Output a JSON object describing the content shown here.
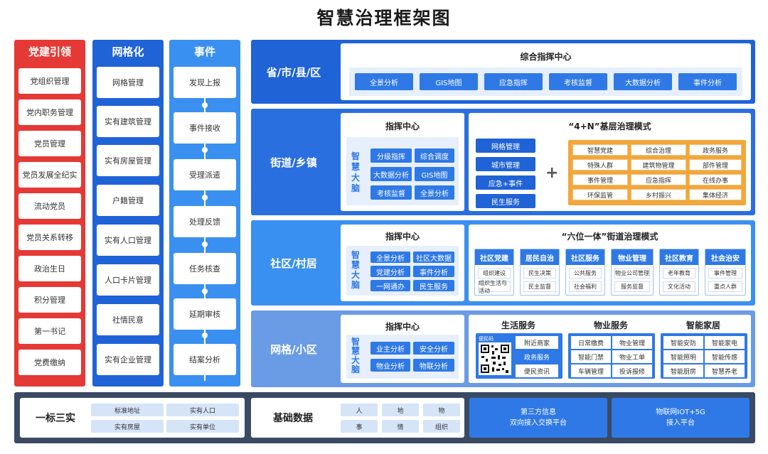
{
  "title": "智慧治理框架图",
  "col1": {
    "head": "党建引领",
    "items": [
      "党组织管理",
      "党内职务管理",
      "党员管理",
      "党员发展全纪实",
      "流动党员",
      "党员关系转移",
      "政治生日",
      "积分管理",
      "第一书记",
      "党费缴纳"
    ]
  },
  "col2": {
    "head": "网格化",
    "items": [
      "网格管理",
      "实有建筑管理",
      "实有房屋管理",
      "户籍管理",
      "实有人口管理",
      "人口卡片管理",
      "社情民意",
      "实有企业管理"
    ]
  },
  "col3": {
    "head": "事件",
    "items": [
      "发现上报",
      "事件接收",
      "受理派遣",
      "处理反馈",
      "任务核查",
      "延期审核",
      "结案分析"
    ]
  },
  "r1": {
    "label": "省/市/县/区",
    "panel_title": "综合指挥中心",
    "btns": [
      "全景分析",
      "GIS地图",
      "应急指挥",
      "考核监督",
      "大数据分析",
      "事件分析"
    ]
  },
  "r2": {
    "label": "街道/乡镇",
    "cmd_title": "指挥中心",
    "brain": [
      "智",
      "慧",
      "大",
      "脑"
    ],
    "btns": [
      "分级指挥",
      "综合调度",
      "大数据分析",
      "GIS地图",
      "考核监督",
      "全景分析"
    ],
    "mode_title": "“4+N”基层治理模式",
    "left": [
      "网格管理",
      "城市管理",
      "应急+事件",
      "民生服务"
    ],
    "plus": "+",
    "grid": [
      "智慧党建",
      "综合治理",
      "政务服务",
      "特殊人群",
      "建筑物管理",
      "部件管理",
      "事件管理",
      "应急指挥",
      "在线办事",
      "环保监管",
      "乡村振兴",
      "集体经济"
    ]
  },
  "r3": {
    "label": "社区/村居",
    "cmd_title": "指挥中心",
    "brain": [
      "智",
      "慧",
      "大",
      "脑"
    ],
    "btns": [
      "全景分析",
      "社区大数据",
      "党建分析",
      "事件分析",
      "一网通办",
      "民生服务"
    ],
    "mode_title": "“六位一体”街道治理模式",
    "blocks": [
      {
        "head": "社区党建",
        "subs": [
          "组织建设",
          "组织生活与活动"
        ]
      },
      {
        "head": "居民自治",
        "subs": [
          "民生决策",
          "民主监督"
        ]
      },
      {
        "head": "社区服务",
        "subs": [
          "公共服务",
          "社会福利"
        ]
      },
      {
        "head": "物业管理",
        "subs": [
          "物业公司管理",
          "服务监督"
        ]
      },
      {
        "head": "社区教育",
        "subs": [
          "老年教育",
          "文化活动"
        ]
      },
      {
        "head": "社会治安",
        "subs": [
          "事件管理",
          "重点人群"
        ]
      }
    ]
  },
  "r4": {
    "label": "网格/小区",
    "cmd_title": "指挥中心",
    "brain": [
      "智",
      "慧",
      "大",
      "脑"
    ],
    "btns": [
      "业主分析",
      "安全分析",
      "物业分析",
      "物联分析"
    ],
    "g1": {
      "title": "生活服务",
      "qr_label": "便民码",
      "items": [
        "附近商家",
        "政务服务",
        "便民资讯"
      ]
    },
    "g2": {
      "title": "物业服务",
      "items": [
        "日常缴费",
        "物业管理",
        "智能门禁",
        "物业工单",
        "车辆管理",
        "投诉报修"
      ]
    },
    "g3": {
      "title": "智能家居",
      "items": [
        "智能安防",
        "智能家电",
        "智能照明",
        "智能传感",
        "智能厨房",
        "智慧养老"
      ]
    }
  },
  "bottom": {
    "b1_label": "一标三实",
    "b1_items": [
      "标准地址",
      "实有人口",
      "实有房屋",
      "实有单位"
    ],
    "b2_label": "基础数据",
    "b2_items": [
      "人",
      "地",
      "物",
      "事",
      "情",
      "组织"
    ],
    "b3": [
      "第三方信息",
      "双向接入交换平台"
    ],
    "b4": [
      "物联网IOT+5G",
      "接入平台"
    ]
  },
  "colors": {
    "red": "#e53935",
    "blue": "#1f63d6",
    "light_blue": "#3a90f0",
    "accent": "#2f79e6",
    "orange": "#f2a73b",
    "bottom_bg": "#3b4a63"
  }
}
